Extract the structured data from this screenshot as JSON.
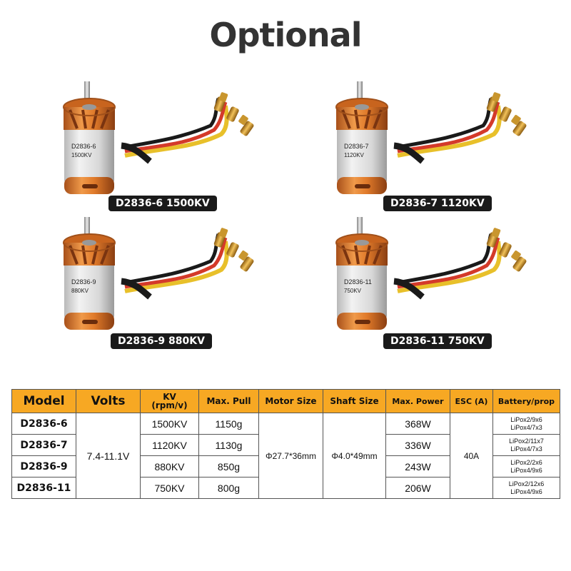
{
  "title": "Optional",
  "motors": [
    {
      "label": "D2836-6 1500KV",
      "can_line1": "D2836-6",
      "can_line2": "1500KV"
    },
    {
      "label": "D2836-7 1120KV",
      "can_line1": "D2836-7",
      "can_line2": "1120KV"
    },
    {
      "label": "D2836-9 880KV",
      "can_line1": "D2836-9",
      "can_line2": "880KV"
    },
    {
      "label": "D2836-11 750KV",
      "can_line1": "D2836-11",
      "can_line2": "750KV"
    }
  ],
  "table": {
    "headers": {
      "model": "Model",
      "volts": "Volts",
      "kv_top": "KV",
      "kv_bottom": "(rpm/v)",
      "pull": "Max. Pull",
      "motor_size": "Motor Size",
      "shaft_size": "Shaft Size",
      "power": "Max. Power",
      "esc": "ESC (A)",
      "battery": "Battery/prop"
    },
    "shared": {
      "volts": "7.4-11.1V",
      "motor_size": "Φ27.7*36mm",
      "shaft_size": "Φ4.0*49mm",
      "esc": "40A"
    },
    "rows": [
      {
        "model": "D2836-6",
        "kv": "1500KV",
        "pull": "1150g",
        "power": "368W",
        "bp1": "LiPox2/9x6",
        "bp2": "LiPox4/7x3"
      },
      {
        "model": "D2836-7",
        "kv": "1120KV",
        "pull": "1130g",
        "power": "336W",
        "bp1": "LiPox2/11x7",
        "bp2": "LiPox4/7x3"
      },
      {
        "model": "D2836-9",
        "kv": "880KV",
        "pull": "850g",
        "power": "243W",
        "bp1": "LiPox2/2x6",
        "bp2": "LiPox4/9x6"
      },
      {
        "model": "D2836-11",
        "kv": "750KV",
        "pull": "800g",
        "power": "206W",
        "bp1": "LiPox2/12x6",
        "bp2": "LiPox4/9x6"
      }
    ]
  },
  "colors": {
    "header_bg": "#f7a823",
    "bell": "#e07a2a",
    "pill_bg": "#1a1a1a"
  }
}
